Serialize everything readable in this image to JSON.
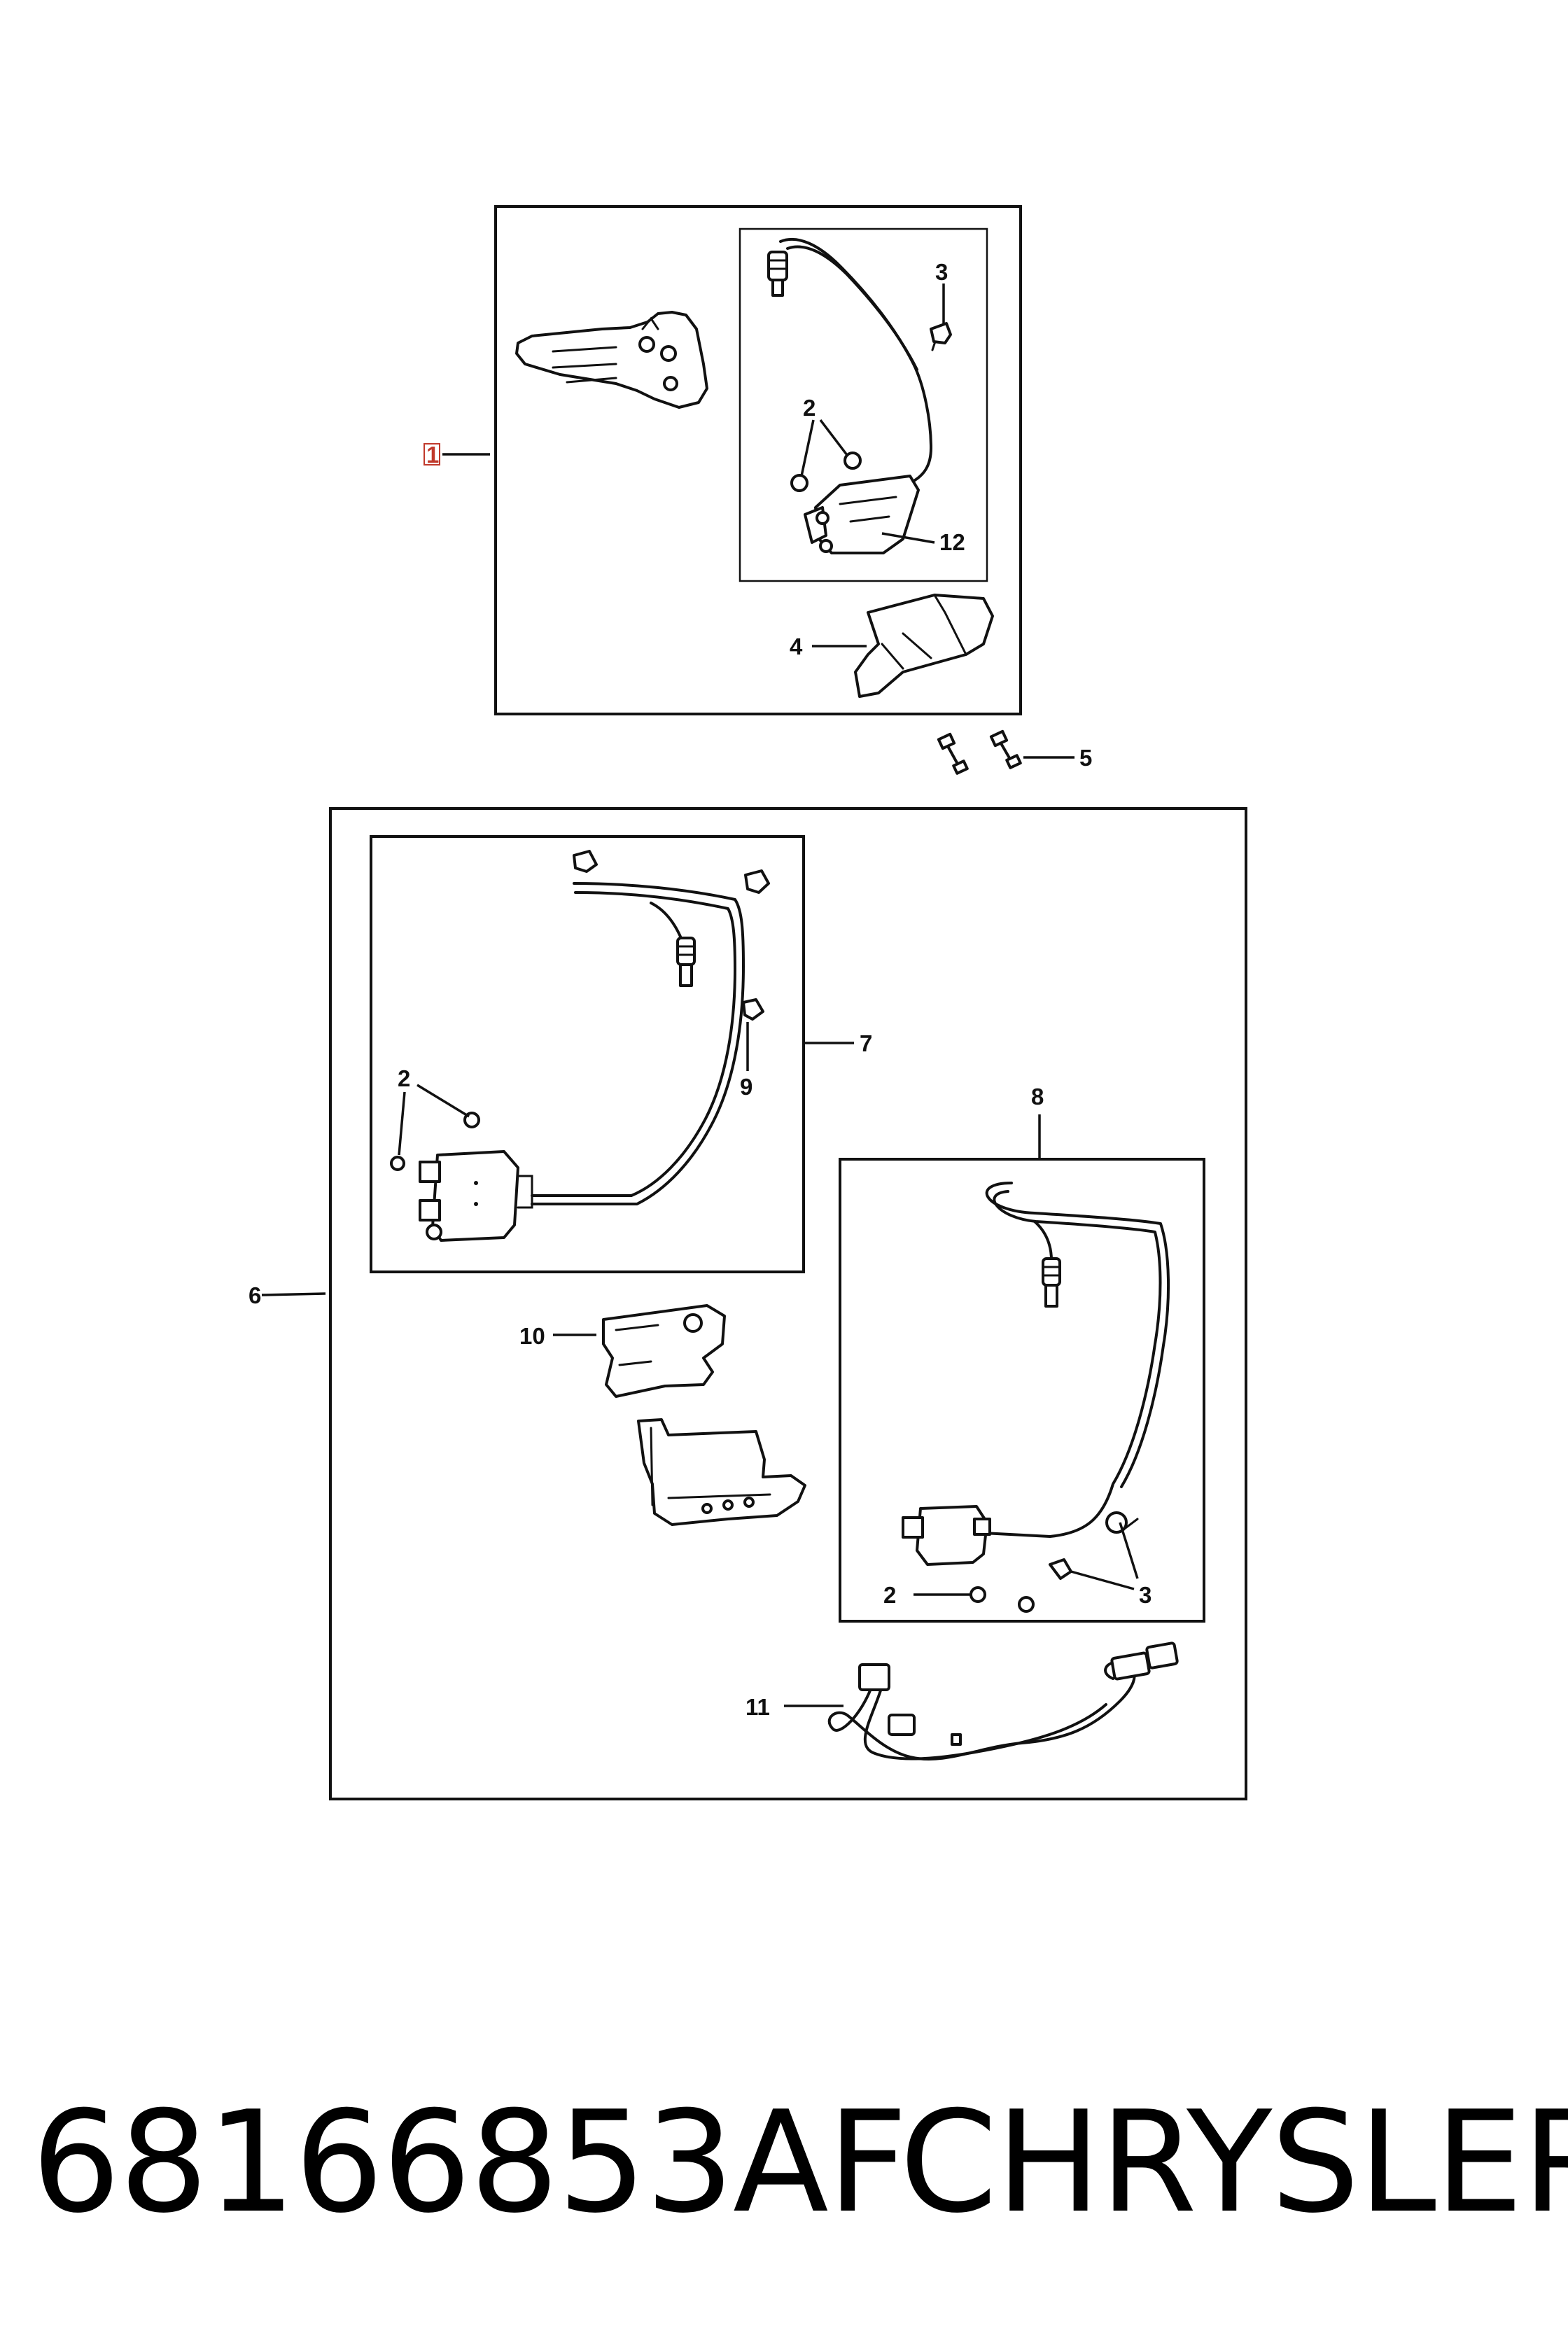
{
  "callouts": {
    "c1": "1",
    "c2a": "2",
    "c2b": "2",
    "c2c": "2",
    "c3a": "3",
    "c3b": "3",
    "c4": "4",
    "c5": "5",
    "c6": "6",
    "c7": "7",
    "c8": "8",
    "c9": "9",
    "c10": "10",
    "c11": "11",
    "c12": "12"
  },
  "colors": {
    "highlight": "#c0392b",
    "line": "#111111"
  },
  "footer": {
    "part_number": "68166853AF",
    "brand": "CHRYSLER"
  }
}
